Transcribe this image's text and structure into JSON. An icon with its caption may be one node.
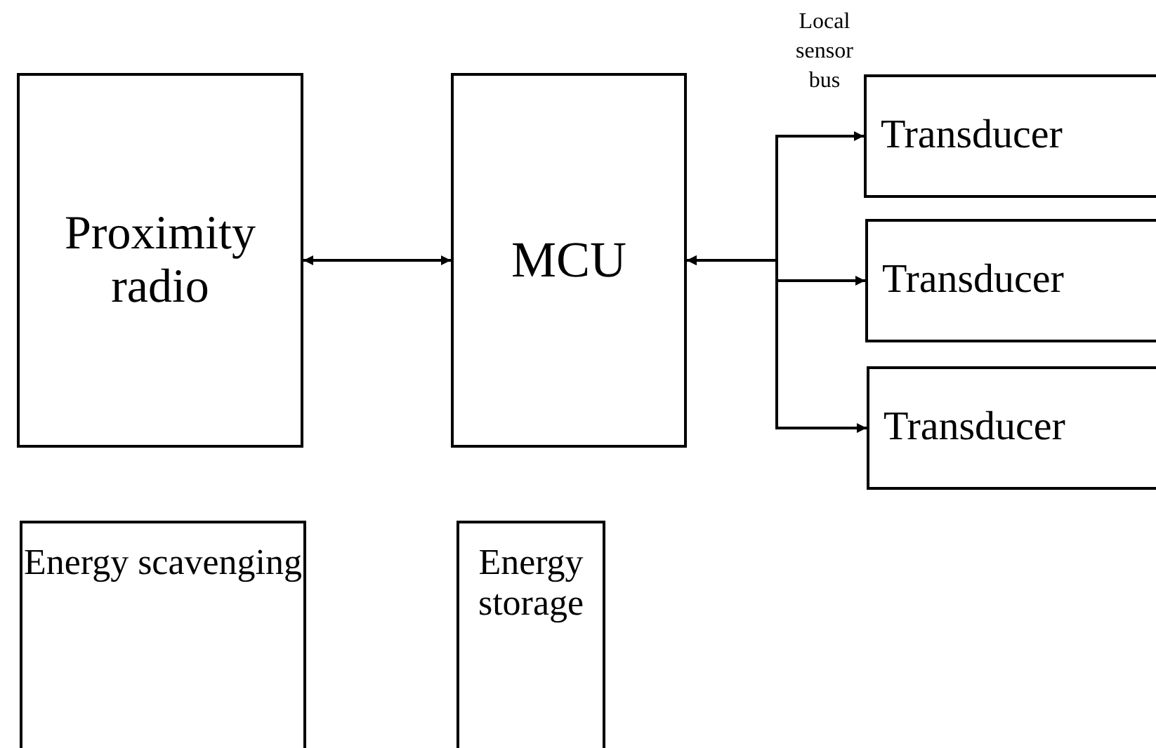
{
  "diagram": {
    "nodes": [
      {
        "text": [
          "Proximity radio"
        ]
      },
      {
        "text": [
          "MCU"
        ]
      },
      {
        "text": [
          "Transducer"
        ]
      },
      {
        "text": [
          "Transducer"
        ]
      },
      {
        "text": [
          "Transducer"
        ]
      },
      {
        "text": [
          "Energy scavenging"
        ]
      },
      {
        "text": [
          "Energy storage"
        ]
      }
    ],
    "edges": [
      {
        "from": 0,
        "to": 1,
        "arrow": "both"
      },
      {
        "from": 1,
        "to": 2,
        "arrow": "both"
      },
      {
        "from": 1,
        "to": 3,
        "arrow": "both"
      },
      {
        "from": 1,
        "to": 4,
        "arrow": "both"
      }
    ],
    "labels": [
      "Local sensor bus"
    ]
  }
}
